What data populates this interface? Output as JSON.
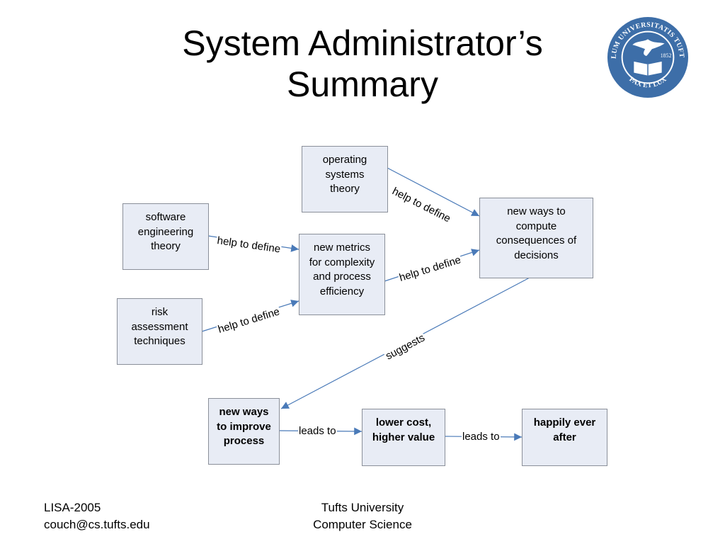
{
  "title": {
    "line1": "System Administrator’s",
    "line2": "Summary"
  },
  "seal": {
    "icon": "tufts-university-seal",
    "text": "SIGILLUM UNIVERSITATIS TUFTENSIS",
    "motto": "PAX ET LUX",
    "year": "1852",
    "color": "#3d6ea8"
  },
  "nodes": {
    "os_theory": [
      "operating",
      "systems",
      "theory"
    ],
    "se_theory": [
      "software",
      "engineering",
      "theory"
    ],
    "new_metrics": [
      "new metrics",
      "for complexity",
      "and process",
      "efficiency"
    ],
    "risk": [
      "risk",
      "assessment",
      "techniques"
    ],
    "consequences": [
      "new ways to",
      "compute",
      "consequences of",
      "decisions"
    ],
    "improve": [
      "new ways",
      "to improve",
      "process"
    ],
    "lower_cost": [
      "lower cost,",
      "higher value"
    ],
    "happily": [
      "happily ever",
      "after"
    ]
  },
  "edges": {
    "os_to_consequences": "help to define",
    "se_to_metrics": "help to define",
    "metrics_to_consequences": "help to define",
    "risk_to_metrics": "help to define",
    "consequences_to_improve": "suggests",
    "improve_to_lower": "leads to",
    "lower_to_happily": "leads to"
  },
  "footer": {
    "left": [
      "LISA-2005",
      "couch@cs.tufts.edu"
    ],
    "center": [
      "Tufts University",
      "Computer Science"
    ]
  },
  "colors": {
    "node_fill": "#e8ecf5",
    "node_border": "#8a8f99",
    "arrow": "#4a7ab8"
  }
}
